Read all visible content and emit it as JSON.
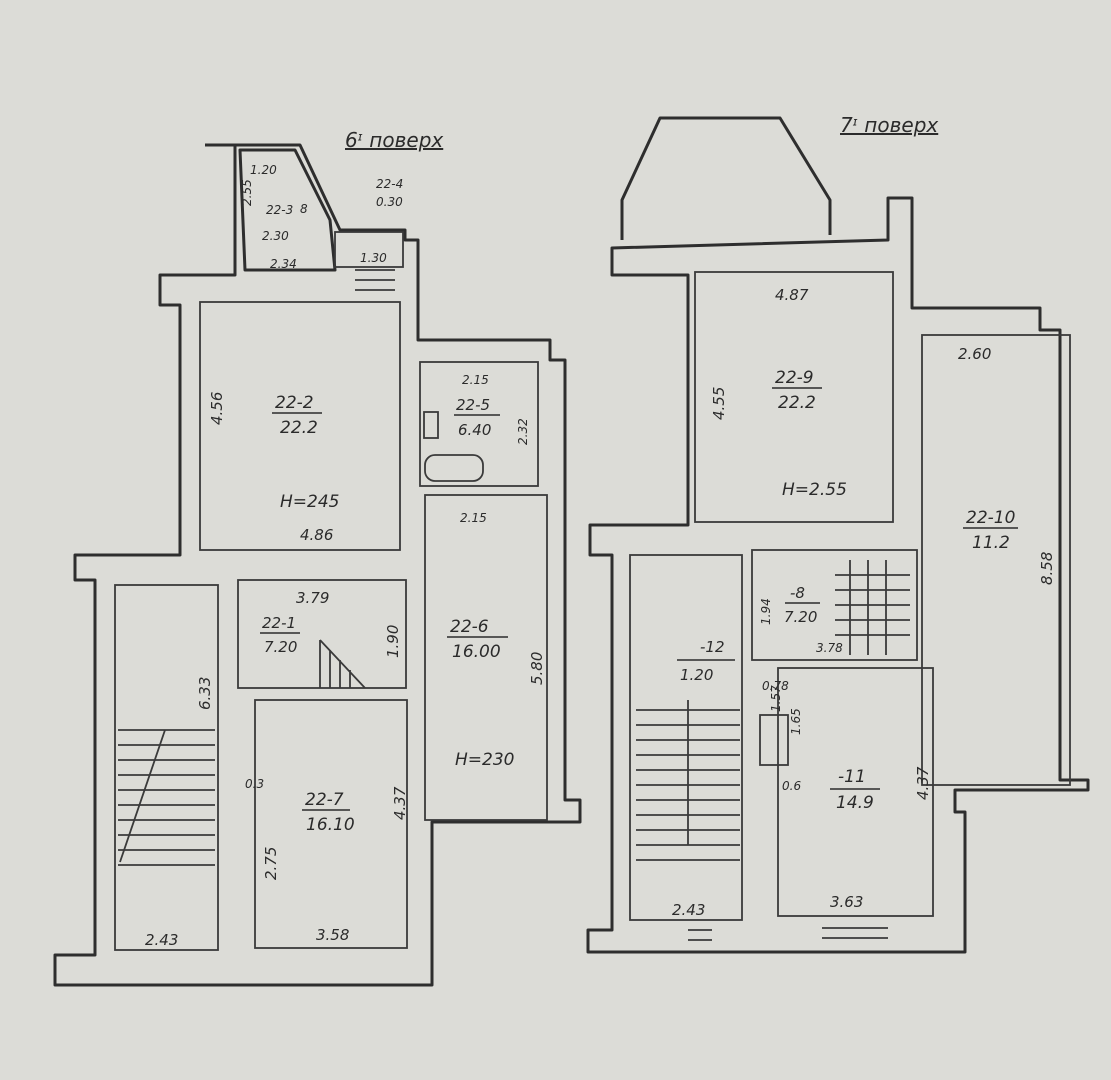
{
  "floor6": {
    "title": "6ᶦ поверх",
    "rooms": {
      "r22_2": {
        "num": "22-2",
        "area": "22.2"
      },
      "r22_5": {
        "num": "22-5",
        "area": "6.40"
      },
      "r22_6": {
        "num": "22-6",
        "area": "16.00"
      },
      "r22_1": {
        "num": "22-1",
        "area": "7.20"
      },
      "r22_7": {
        "num": "22-7",
        "area": "16.10"
      },
      "r22_3": {
        "num": "22-3",
        "area": "2.30",
        "mark": "8"
      },
      "r22_4": {
        "num": "22-4",
        "area": "0.30"
      }
    },
    "heights": {
      "h1": "H=245",
      "h2": "H=230"
    },
    "dims": {
      "d120": "1.20",
      "d255": "2.55",
      "d234": "2.34",
      "d130": "1.30",
      "d456": "4.56",
      "d486": "4.86",
      "d215a": "2.15",
      "d232": "2.32",
      "d215b": "2.15",
      "d580": "5.80",
      "d379": "3.79",
      "d190": "1.90",
      "d633": "6.33",
      "d03": "0.3",
      "d437": "4.37",
      "d275": "2.75",
      "d243": "2.43",
      "d358": "3.58"
    }
  },
  "floor7": {
    "title": "7ᶦ поверх",
    "rooms": {
      "r22_9": {
        "num": "22-9",
        "area": "22.2"
      },
      "r22_10": {
        "num": "22-10",
        "area": "11.2"
      },
      "r8": {
        "num": "-8",
        "area": "7.20"
      },
      "r12": {
        "num": "-12",
        "area": "1.20"
      },
      "r11": {
        "num": "-11",
        "area": "14.9"
      }
    },
    "heights": {
      "h1": "H=2.55"
    },
    "dims": {
      "d487": "4.87",
      "d455": "4.55",
      "d260": "2.60",
      "d858": "8.58",
      "d194": "1.94",
      "d378": "3.78",
      "d078": "0.78",
      "d157": "1.57",
      "d165": "1.65",
      "d06": "0.6",
      "d437": "4.37",
      "d243": "2.43",
      "d363": "3.63"
    }
  }
}
